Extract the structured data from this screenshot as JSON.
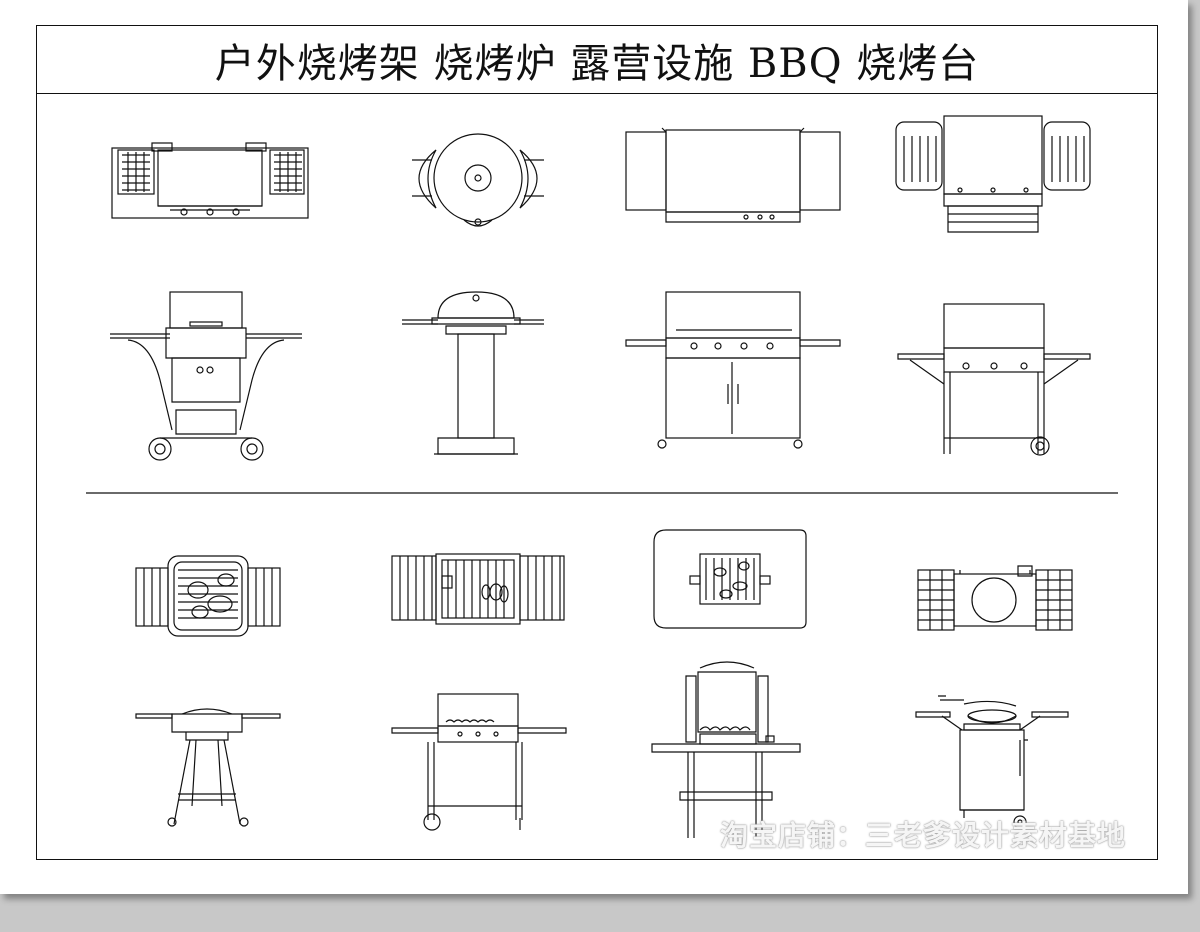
{
  "sheet": {
    "title": "户外烧烤架 烧烤炉 露营设施 BBQ 烧烤台"
  },
  "watermark": {
    "text": "淘宝店铺：三老爹设计素材基地"
  },
  "symbols": {
    "top_row_plan": [
      "bbq-plan-a",
      "bbq-plan-kettle",
      "bbq-plan-c",
      "bbq-plan-d"
    ],
    "top_row_elevation": [
      "bbq-elev-cart",
      "bbq-elev-pedestal",
      "bbq-elev-cabinet",
      "bbq-elev-side-shelf"
    ],
    "bottom_row_plan": [
      "bbq-plan-square-grill",
      "bbq-plan-grid-grill",
      "bbq-plan-table-grill",
      "bbq-plan-round-grill"
    ],
    "bottom_row_elevation": [
      "bbq-elev-round-stand",
      "bbq-elev-trolley",
      "bbq-elev-brick",
      "bbq-elev-wok-cart"
    ]
  },
  "colors": {
    "line": "#111111",
    "paper": "#ffffff",
    "background": "#c8c8c8"
  }
}
